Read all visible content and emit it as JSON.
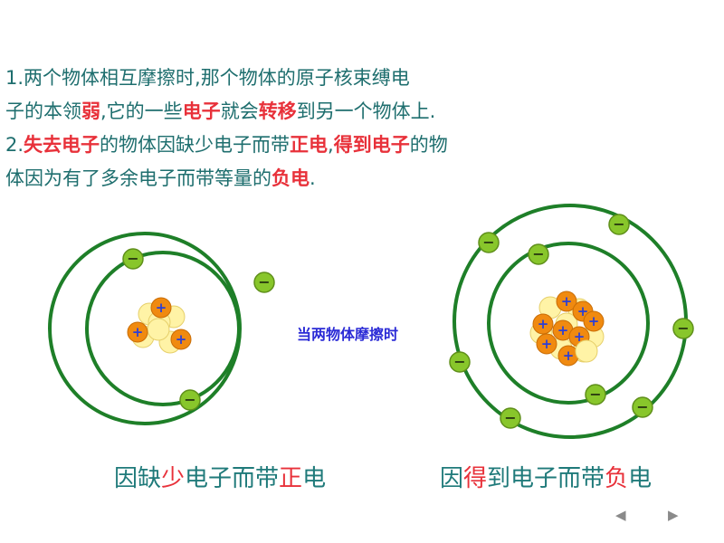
{
  "paragraph": {
    "line1": [
      "1.两个物体相互摩擦时,那个物体的原子核束缚电"
    ],
    "line2": [
      "子的本领",
      "弱",
      ",它的一些",
      "电子",
      "就会",
      "转移",
      "到另一个物体上."
    ],
    "line3": [
      "2.",
      "失去电子",
      "的物体因缺少电子而带",
      "正电",
      ",",
      "得到电子",
      "的物"
    ],
    "line4": [
      "体因为有了多余电子而带等量的",
      "负电",
      "."
    ]
  },
  "middle_label": "当两物体摩擦时",
  "captions": {
    "left": [
      "因缺",
      "少",
      "电子而带",
      "正",
      "电"
    ],
    "right": [
      "因",
      "得",
      "到电子而带",
      "负",
      "电"
    ]
  },
  "symbols": {
    "electron": "−",
    "proton": "+"
  },
  "nav": {
    "prev": "◀",
    "next": "▶"
  },
  "colors": {
    "text": "#1e6e6e",
    "highlight": "#e8313a",
    "orbit": "#1e7f28",
    "electron": "#88c62b",
    "proton": "#f08a10",
    "neutron": "#fff3a6",
    "middle_label": "#2b2bd6"
  }
}
